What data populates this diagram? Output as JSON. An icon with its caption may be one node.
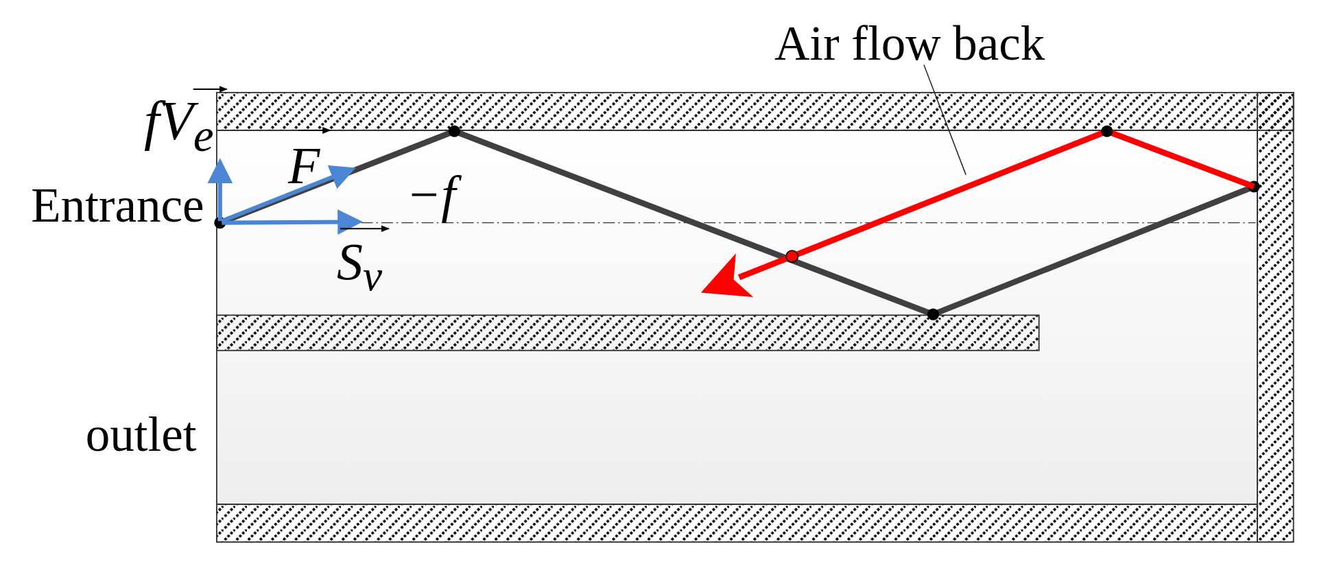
{
  "diagram": {
    "nodes": [
      {
        "text": [
          "Air flow back"
        ]
      },
      {
        "text": [],
        "shape": "arrow"
      }
    ],
    "edges": [
      {
        "from": 0,
        "to": 1,
        "arrow": "none"
      }
    ],
    "labels": [
      "fV$_{e}$",
      "F",
      "−f",
      "Entrance",
      "S$_{v}$",
      "outlet"
    ]
  }
}
